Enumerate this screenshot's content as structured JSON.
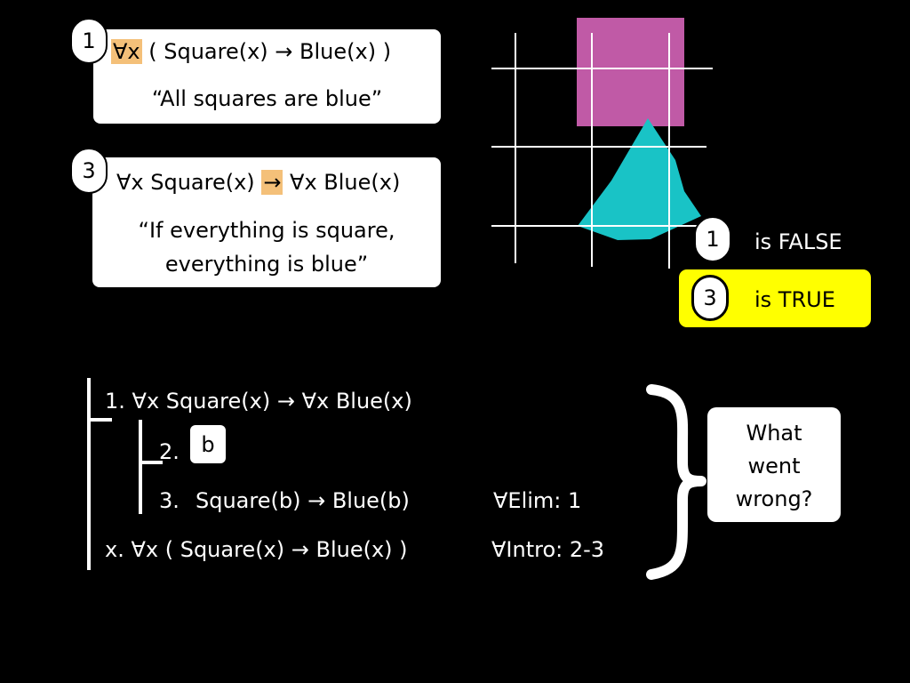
{
  "box1": {
    "badge": "1",
    "quant": "∀x",
    "rest": " ( Square(x) → Blue(x) )",
    "quote": "“All squares are blue”"
  },
  "box3": {
    "badge": "3",
    "pre": "∀x Square(x) ",
    "arrow": "→",
    "post": " ∀x Blue(x)",
    "quote_l1": "“If everything is square,",
    "quote_l2": "everything is blue”"
  },
  "verdicts": [
    {
      "badge": "1",
      "text": "is FALSE"
    },
    {
      "badge": "3",
      "text": "is TRUE"
    }
  ],
  "proof": {
    "l1": "1. ∀x Square(x) → ∀x Blue(x)",
    "l2_num": "2.",
    "l2_box": "b",
    "l3_num": "3.",
    "l3": "Square(b) → Blue(b)",
    "l3_rule": "∀Elim: 1",
    "lx": "x. ∀x ( Square(x) → Blue(x) )",
    "lx_rule": "∀Intro: 2-3"
  },
  "question": {
    "l1": "What",
    "l2": "went",
    "l3": "wrong?"
  },
  "colors": {
    "square": "#c05aa6",
    "triangle": "#19c3c6",
    "highlight": "#f4c079",
    "true_bg": "#ffff00"
  }
}
